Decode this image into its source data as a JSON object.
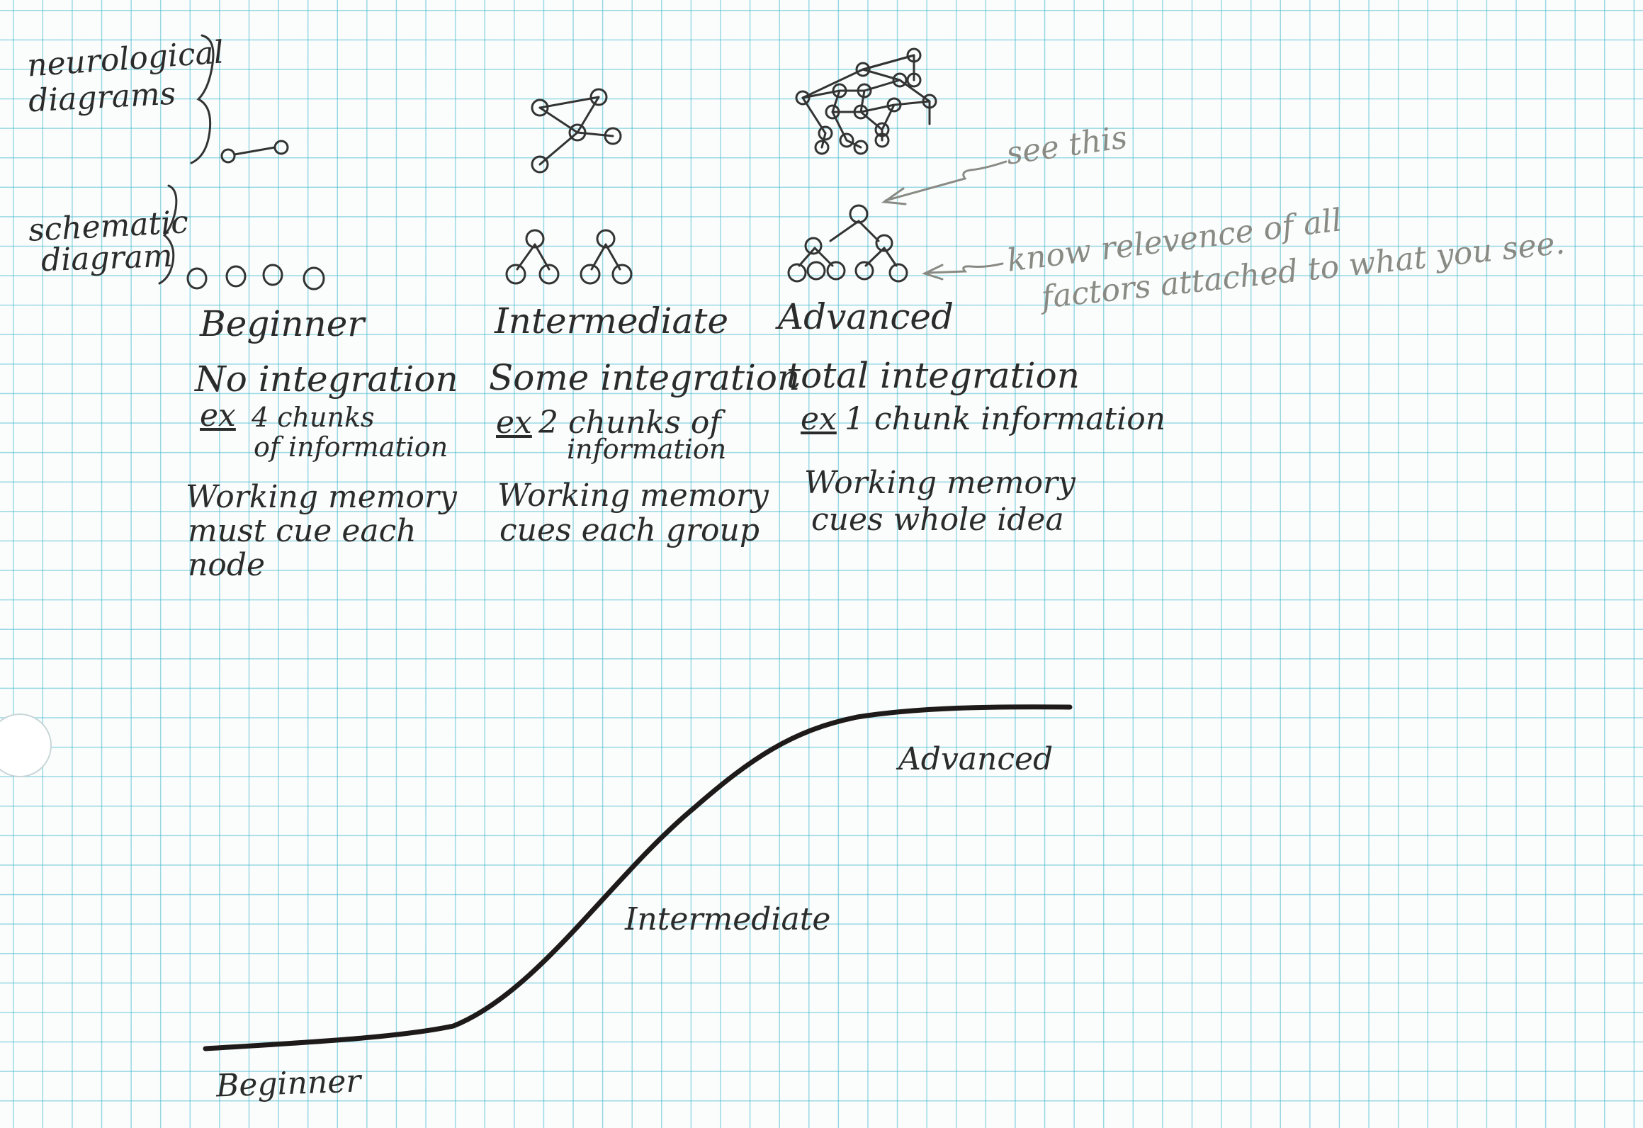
{
  "labels": {
    "neuro_line1": "neurological",
    "neuro_line2": "diagrams",
    "schema_line1": "schematic",
    "schema_line2": "diagram",
    "see_this": "see this",
    "relevance_line1": "know relevence of all",
    "relevance_line2": "factors attached to what you see."
  },
  "columns": [
    {
      "heading": "Beginner",
      "integration": "No integration",
      "ex_label": "ex",
      "ex_line1": "4 chunks",
      "ex_line2": "of information",
      "wm_line1": "Working memory",
      "wm_line2": "must cue each",
      "wm_line3": "node"
    },
    {
      "heading": "Intermediate",
      "integration": "Some integration",
      "ex_label": "ex",
      "ex_line1": "2 chunks of",
      "ex_line2": "information",
      "wm_line1": "Working memory",
      "wm_line2": "cues each group"
    },
    {
      "heading": "Advanced",
      "integration": "total integration",
      "ex_label": "ex",
      "ex_line1": "1 chunk information",
      "wm_line1": "Working memory",
      "wm_line2": "cues whole idea"
    }
  ],
  "curve": {
    "label_low": "Beginner",
    "label_mid": "Intermediate",
    "label_high": "Advanced"
  },
  "colors": {
    "ink": "#2b2b2b",
    "pencil": "#8a8a84",
    "grid": "#46b9cd",
    "paper": "#fbfdfd"
  }
}
